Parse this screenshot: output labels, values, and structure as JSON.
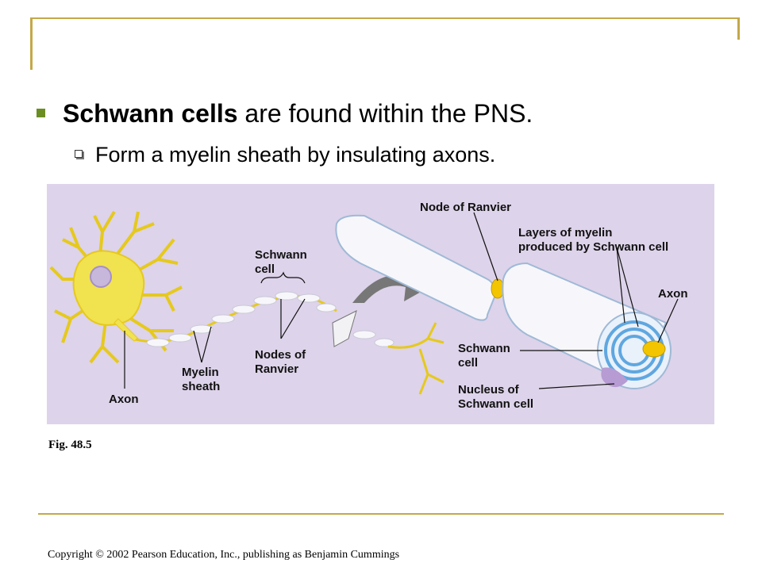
{
  "slide": {
    "bullet1": {
      "bold": "Schwann cells",
      "rest": " are found within the PNS."
    },
    "bullet2": "Form a myelin sheath by insulating axons.",
    "figure_caption": "Fig. 48.5",
    "copyright": "Copyright © 2002 Pearson Education, Inc., publishing as Benjamin Cummings"
  },
  "figure": {
    "labels": {
      "node_of_ranvier": "Node of Ranvier",
      "layers_line1": "Layers of myelin",
      "layers_line2": "produced by Schwann cell",
      "schwann_cell_line1": "Schwann",
      "schwann_cell_line2": "cell",
      "axon_right": "Axon",
      "schwann_cell_right_line1": "Schwann",
      "schwann_cell_right_line2": "cell",
      "nucleus_line1": "Nucleus of",
      "nucleus_line2": "Schwann cell",
      "myelin_line1": "Myelin",
      "myelin_line2": "sheath",
      "nodes_line1": "Nodes of",
      "nodes_line2": "Ranvier",
      "axon_left": "Axon"
    },
    "colors": {
      "background": "#ddd3ea",
      "neuron": "#f1e250",
      "myelin": "#f7f7fb",
      "myelin_ring": "#5fa7e0",
      "nucleus": "#b79bd3",
      "rule": "#c4a849"
    }
  }
}
